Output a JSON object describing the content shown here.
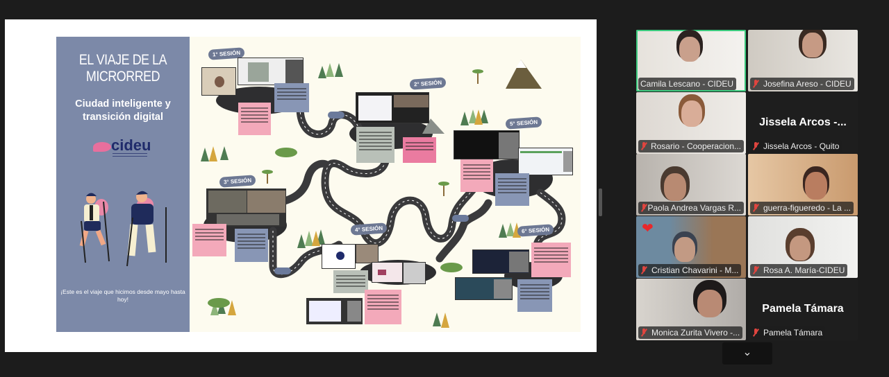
{
  "slide": {
    "title_line1": "EL VIAJE DE LA",
    "title_line2": "MICRORRED",
    "subtitle": "Ciudad inteligente y transición digital",
    "logo_text": "cideu",
    "footer": "¡Este es el viaje que hicimos desde mayo hasta hoy!",
    "sessions": [
      {
        "label": "1° SESIÓN"
      },
      {
        "label": "2° SESIÓN"
      },
      {
        "label": "3° SESIÓN"
      },
      {
        "label": "4° SESIÓN"
      },
      {
        "label": "5° SESIÓN"
      },
      {
        "label": "6° SESIÓN"
      }
    ],
    "colors": {
      "panel": "#7c89a8",
      "map_bg": "#fdfbef",
      "pink": "#f3a9ba",
      "slate": "#8896b5",
      "road": "#3a3a3c"
    }
  },
  "participants": [
    {
      "name": "Camila Lescano - CIDEU",
      "muted": false,
      "active_speaker": true
    },
    {
      "name": "Josefina Areso - CIDEU",
      "muted": true
    },
    {
      "name": "Rosario - Cooperacion...",
      "muted": true
    },
    {
      "name": "Jissela Arcos - Quito",
      "muted": true,
      "video_off_label": "Jissela Arcos -..."
    },
    {
      "name": "Paola Andrea Vargas R...",
      "muted": true
    },
    {
      "name": "guerra-figueredo - La ...",
      "muted": true
    },
    {
      "name": "Cristian Chavarini - M...",
      "muted": true,
      "reaction": "heart"
    },
    {
      "name": "Rosa A. María-CIDEU",
      "muted": true
    },
    {
      "name": "Monica Zurita Vivero -...",
      "muted": true
    },
    {
      "name": "Pamela Támara",
      "muted": true,
      "video_off_label": "Pamela Támara"
    }
  ],
  "controls": {
    "scroll_down_icon": "chevron-down-icon",
    "scroll_down_glyph": "⌄"
  }
}
